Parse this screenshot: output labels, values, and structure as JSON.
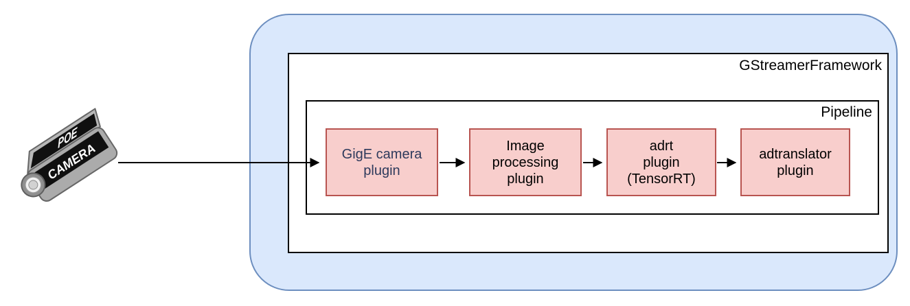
{
  "camera": {
    "icon": "poe-camera-icon",
    "top_label": "POE",
    "side_label": "CAMERA"
  },
  "framework": {
    "label": "GStreamerFramework"
  },
  "pipeline": {
    "label": "Pipeline"
  },
  "plugins": [
    {
      "id": "gige-camera-plugin",
      "label": "GigE camera\nplugin"
    },
    {
      "id": "image-processing-plugin",
      "label": "Image\nprocessing\nplugin"
    },
    {
      "id": "adrt-plugin",
      "label": "adrt\nplugin\n(TensorRT)"
    },
    {
      "id": "adtranslator-plugin",
      "label": "adtranslator\nplugin"
    }
  ],
  "colors": {
    "outer_container_fill": "#dae8fc",
    "outer_container_stroke": "#6c8ebf",
    "plugin_fill": "#f8cecc",
    "plugin_stroke": "#b85450",
    "inner_box_stroke": "#000000",
    "gige_label_text": "#2e3a5c",
    "default_text": "#000000",
    "arrow": "#000000"
  }
}
